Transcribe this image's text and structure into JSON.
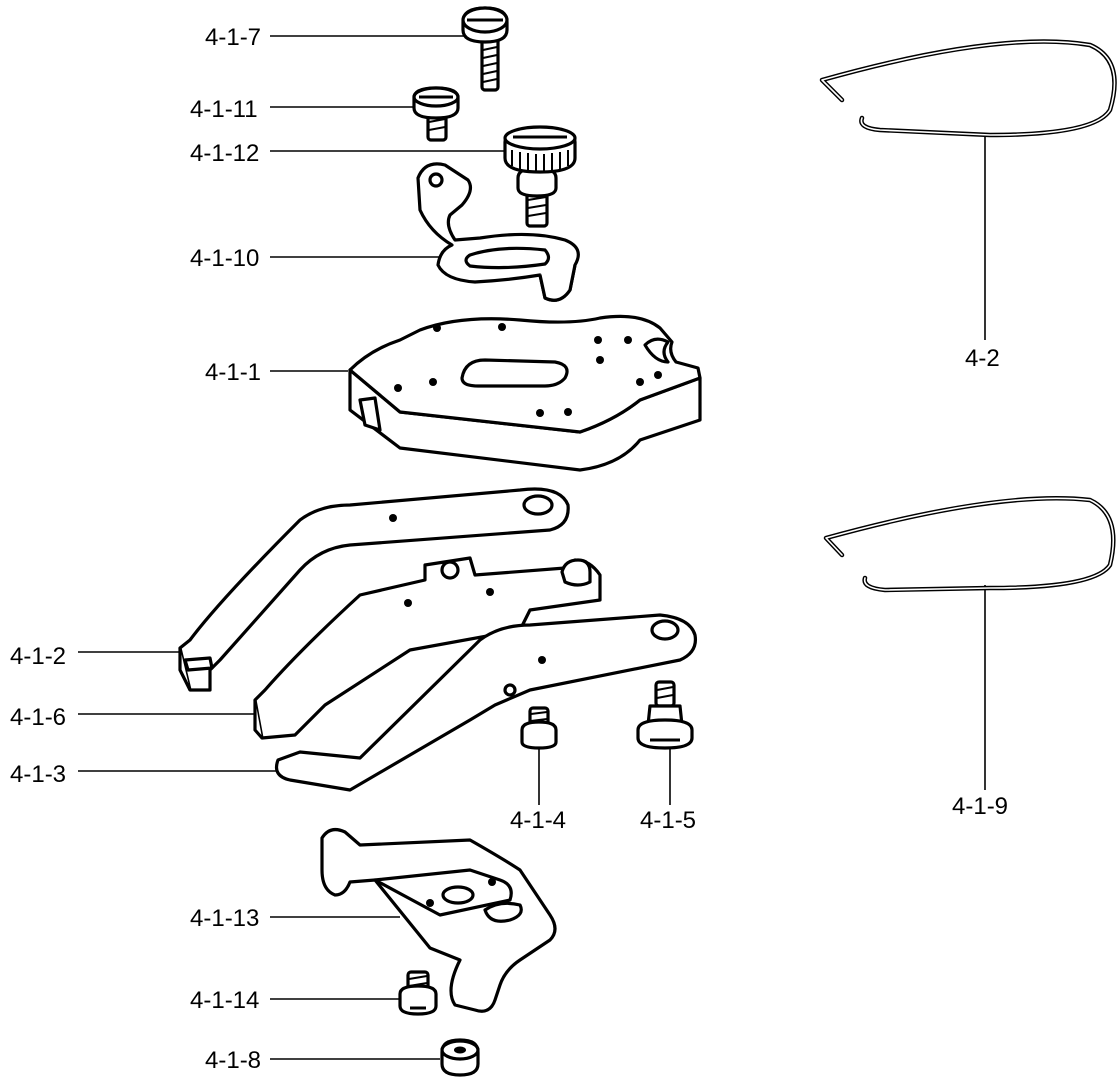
{
  "labels": {
    "p_4_1_7": "4-1-7",
    "p_4_1_11": "4-1-11",
    "p_4_1_12": "4-1-12",
    "p_4_1_10": "4-1-10",
    "p_4_1_1": "4-1-1",
    "p_4_1_2": "4-1-2",
    "p_4_1_6": "4-1-6",
    "p_4_1_3": "4-1-3",
    "p_4_1_4": "4-1-4",
    "p_4_1_5": "4-1-5",
    "p_4_1_13": "4-1-13",
    "p_4_1_14": "4-1-14",
    "p_4_1_8": "4-1-8",
    "p_4_2": "4-2",
    "p_4_1_9": "4-1-9"
  }
}
